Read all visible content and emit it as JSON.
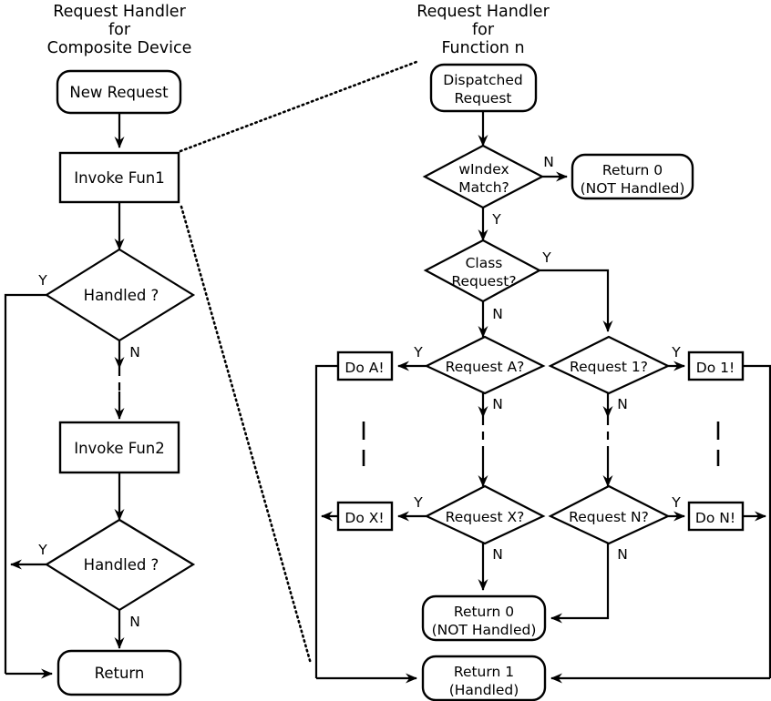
{
  "diagram": {
    "type": "flowchart",
    "titles": {
      "left": [
        "Request Handler",
        "for",
        "Composite Device"
      ],
      "right": [
        "Request Handler",
        "for",
        "Function n"
      ]
    },
    "left_flow": {
      "nodes": [
        {
          "id": "new-request",
          "shape": "rounded",
          "label": "New Request"
        },
        {
          "id": "invoke-fun1",
          "shape": "rect",
          "label": "Invoke Fun1"
        },
        {
          "id": "handled-1",
          "shape": "diamond",
          "label": "Handled ?"
        },
        {
          "id": "invoke-fun2",
          "shape": "rect",
          "label": "Invoke Fun2"
        },
        {
          "id": "handled-2",
          "shape": "diamond",
          "label": "Handled ?"
        },
        {
          "id": "return",
          "shape": "rounded",
          "label": "Return"
        }
      ],
      "branch_labels": {
        "handled1_yes": "Y",
        "handled1_no": "N",
        "handled2_yes": "Y",
        "handled2_no": "N"
      }
    },
    "right_flow": {
      "nodes": [
        {
          "id": "dispatched-request",
          "shape": "rounded",
          "label_line1": "Dispatched",
          "label_line2": "Request"
        },
        {
          "id": "windex-match",
          "shape": "diamond",
          "label_line1": "wIndex",
          "label_line2": "Match?"
        },
        {
          "id": "return-0-top",
          "shape": "rounded",
          "label_line1": "Return 0",
          "label_line2": "(NOT Handled)"
        },
        {
          "id": "class-request",
          "shape": "diamond",
          "label_line1": "Class",
          "label_line2": "Request?"
        },
        {
          "id": "request-a",
          "shape": "diamond",
          "label": "Request A?"
        },
        {
          "id": "request-1",
          "shape": "diamond",
          "label": "Request 1?"
        },
        {
          "id": "request-x",
          "shape": "diamond",
          "label": "Request X?"
        },
        {
          "id": "request-n",
          "shape": "diamond",
          "label": "Request N?"
        },
        {
          "id": "do-a",
          "shape": "rect",
          "label": "Do A!"
        },
        {
          "id": "do-1",
          "shape": "rect",
          "label": "Do 1!"
        },
        {
          "id": "do-x",
          "shape": "rect",
          "label": "Do X!"
        },
        {
          "id": "do-n",
          "shape": "rect",
          "label": "Do N!"
        },
        {
          "id": "return-0-bottom",
          "shape": "rounded",
          "label_line1": "Return 0",
          "label_line2": "(NOT Handled)"
        },
        {
          "id": "return-1",
          "shape": "rounded",
          "label_line1": "Return 1",
          "label_line2": "(Handled)"
        }
      ],
      "branch_labels": {
        "windex_no": "N",
        "windex_yes": "Y",
        "class_yes": "Y",
        "class_no": "N",
        "request_a_yes": "Y",
        "request_a_no": "N",
        "request_1_yes": "Y",
        "request_1_no": "N",
        "request_x_yes": "Y",
        "request_x_no": "N",
        "request_n_yes": "Y",
        "request_n_no": "N"
      }
    },
    "colors": {
      "stroke": "#000000",
      "fill": "#ffffff",
      "text": "#000000"
    }
  }
}
